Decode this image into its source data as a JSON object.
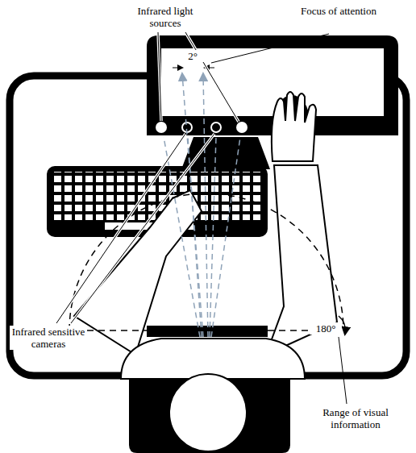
{
  "diagram": {
    "labels": [
      "Infrared light sources",
      "Focus of attention",
      "2°",
      "Infrared sensitive cameras",
      "180°",
      "Range of visual information"
    ]
  }
}
